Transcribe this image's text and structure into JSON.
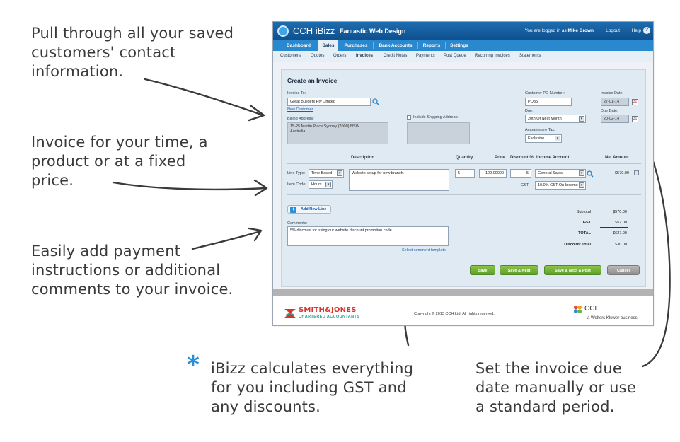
{
  "callouts": {
    "customers": "Pull through all your saved\ncustomers' contact\ninformation.",
    "invoice_types": "Invoice for your time, a\nproduct or at a fixed\nprice.",
    "comments": "Easily add payment\ninstructions or additional\ncomments to your invoice.",
    "calculates_asterisk": "*",
    "calculates": "iBizz calculates everything\nfor you including GST and\nany discounts.",
    "due_date": "Set the invoice due\ndate manually or use\na standard period."
  },
  "app": {
    "name": "CCH iBizz",
    "company": "Fantastic Web Design",
    "user_prefix": "You are logged in as",
    "user_name": "Mike Brown",
    "logout": "Logout",
    "help": "Help",
    "main_tabs": [
      {
        "label": "Dashboard"
      },
      {
        "label": "Sales"
      },
      {
        "label": "Purchases"
      },
      {
        "label": "Bank Accounts"
      },
      {
        "label": "Reports"
      },
      {
        "label": "Settings"
      }
    ],
    "active_main_tab": "Sales",
    "sub_tabs": [
      {
        "label": "Customers"
      },
      {
        "label": "Quotes"
      },
      {
        "label": "Orders"
      },
      {
        "label": "Invoices"
      },
      {
        "label": "Credit Notes"
      },
      {
        "label": "Payments"
      },
      {
        "label": "Post Queue"
      },
      {
        "label": "Recurring Invoices"
      },
      {
        "label": "Statements"
      }
    ],
    "active_sub_tab": "Invoices"
  },
  "invoice": {
    "title": "Create an Invoice",
    "invoice_to_label": "Invoice To:",
    "invoice_to_value": "Great Builders Pty Limited",
    "new_customer": "New Customer",
    "billing_label": "Billing Address:",
    "billing_value": "15-25 Martin Place Sydney (2000) NSW\nAustralia",
    "shipping_label": "Include Shipping Address:",
    "po_label": "Customer PO Number:",
    "po_value": "PO35",
    "due_label": "Due:",
    "due_value": "20th Of Next Month",
    "tax_label": "Amounts are Tax:",
    "tax_value": "Exclusive",
    "invoice_date_label": "Invoice Date:",
    "invoice_date_value": "27-01-14",
    "due_date_label": "Due Date:",
    "due_date_value": "20-02-14",
    "calendar_icon_glyph": "31"
  },
  "lines": {
    "headers": {
      "description": "Description",
      "quantity": "Quantity",
      "price": "Price",
      "discount": "Discount %",
      "income_account": "Income Account",
      "net_amount": "Net Amount"
    },
    "line_type_label": "Line Type:",
    "line_type_value": "Time Based",
    "item_code_label": "Item Code:",
    "item_code_value": "Hours",
    "description_value": "Website setup for new branch.",
    "quantity_value": "5",
    "price_value": "120.00000",
    "discount_value": "5",
    "income_account_value": "General Sales",
    "gst_label": "GST:",
    "gst_value": "10.0% GST On Income",
    "net_amount_value": "$570.00"
  },
  "add_line": "Add New Line",
  "comments": {
    "label": "Comments:",
    "value": "5% discount for using our website discount promotion code.",
    "template_link": "Select comment template"
  },
  "totals": {
    "subtotal_label": "Subtotal",
    "subtotal_value": "$570.00",
    "gst_label": "GST",
    "gst_value": "$57.00",
    "total_label": "TOTAL",
    "total_value": "$627.00",
    "discount_label": "Discount Total",
    "discount_value": "$30.00"
  },
  "buttons": {
    "save": "Save",
    "save_next": "Save & Next",
    "save_next_post": "Save & Next & Post",
    "cancel": "Cancel",
    "dropdown_glyph": "▾"
  },
  "footer": {
    "brand": "SMITH&JONES",
    "brand_sub": "CHARTERED ACCOUNTANTS",
    "copyright": "Copyright © 2013 CCH Ltd. All rights reserved.",
    "cch": "CCH",
    "cch_sub": "a Wolters Kluwer business"
  },
  "colors": {
    "topbar": "#0f4f8c",
    "nav": "#2a88cf",
    "save_button": "#6aa834",
    "cancel_button": "#9a9a9a",
    "callout_asterisk": "#2a8fd6",
    "smith_jones_red": "#d8342b",
    "smith_jones_teal": "#2da08a"
  }
}
